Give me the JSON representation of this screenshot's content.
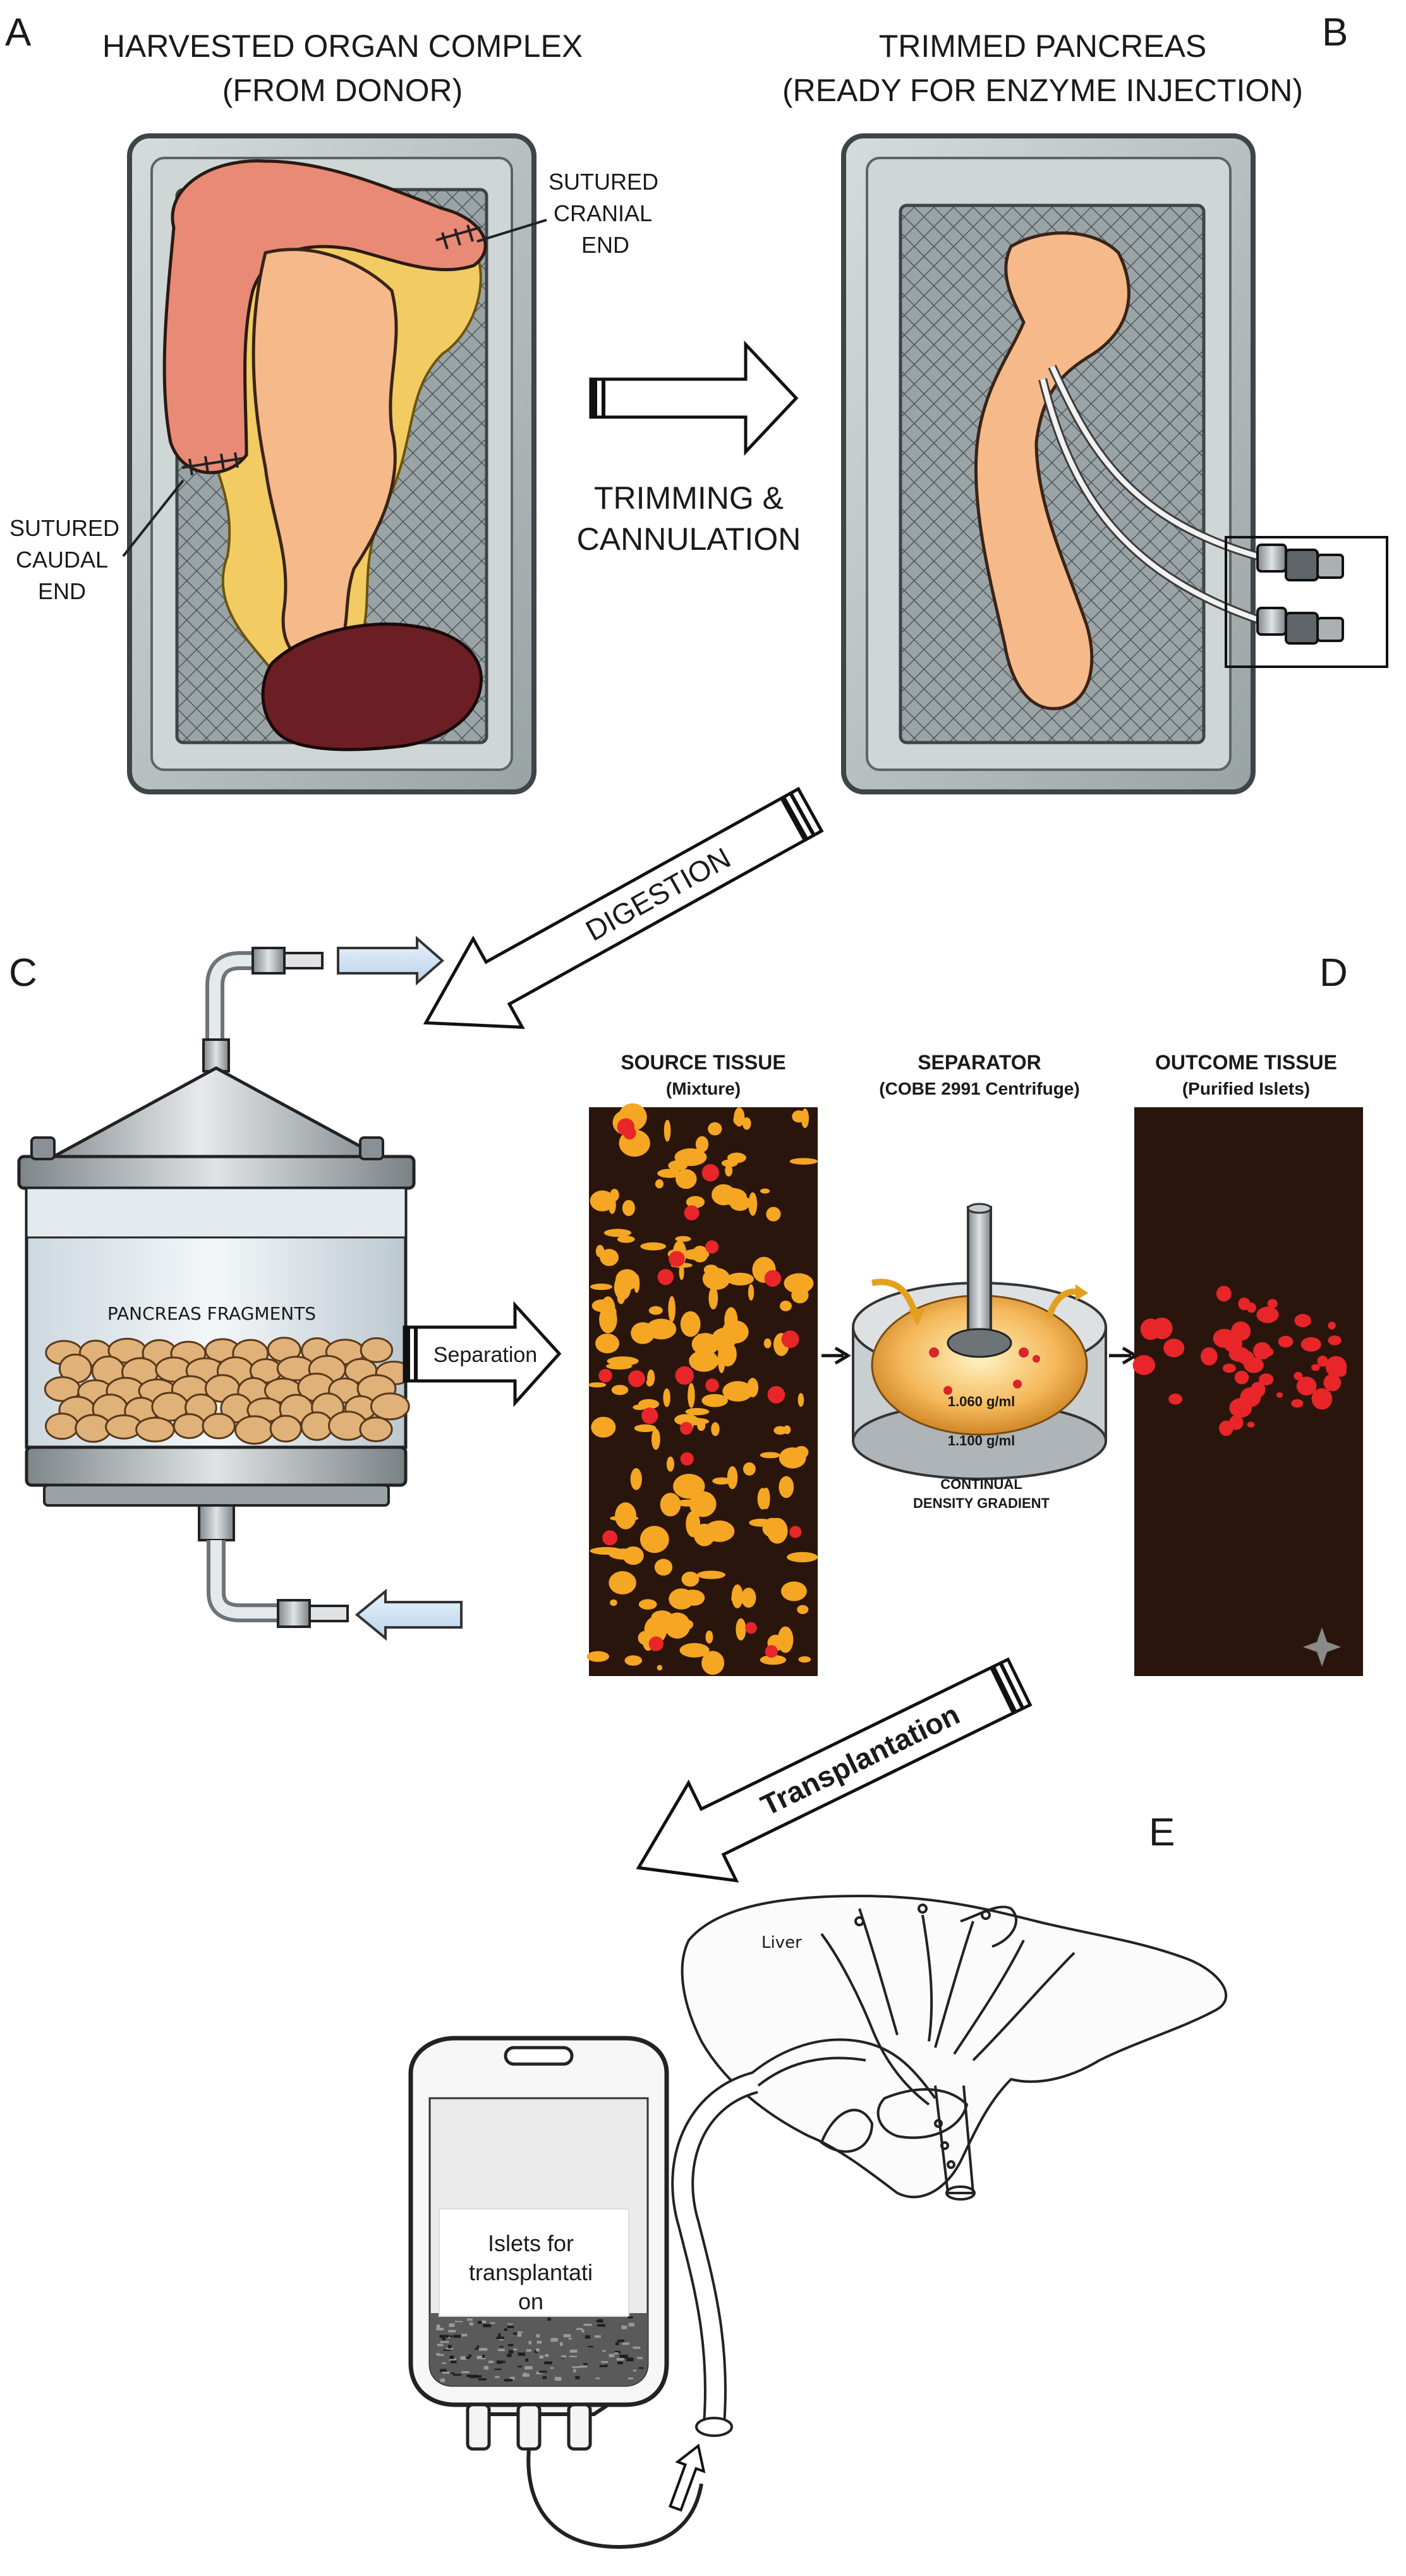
{
  "panels": {
    "a": {
      "letter": "A",
      "title_line1": "HARVESTED ORGAN COMPLEX",
      "title_line2": "(FROM DONOR)",
      "cranial": [
        "SUTURED",
        "CRANIAL",
        "END"
      ],
      "caudal": [
        "SUTURED",
        "CAUDAL",
        "END"
      ]
    },
    "b": {
      "letter": "B",
      "title_line1": "TRIMMED PANCREAS",
      "title_line2": "(READY FOR ENZYME INJECTION)"
    },
    "c": {
      "letter": "C",
      "fragments_label": "PANCREAS FRAGMENTS"
    },
    "d": {
      "letter": "D",
      "source_title": "SOURCE TISSUE",
      "source_subtitle": "(Mixture)",
      "separator_title": "SEPARATOR",
      "separator_subtitle": "(COBE 2991 Centrifuge)",
      "density_inner": "1.060 g/ml",
      "density_outer": "1.100 g/ml",
      "gradient_line1": "CONTINUAL",
      "gradient_line2": "DENSITY GRADIENT",
      "outcome_title": "OUTCOME TISSUE",
      "outcome_subtitle": "(Purified Islets)"
    },
    "e": {
      "letter": "E",
      "liver_label": "Liver",
      "bag_label": [
        "Islets for",
        "transplantati",
        "on"
      ]
    }
  },
  "arrows": {
    "trimming_line1": "TRIMMING &",
    "trimming_line2": "CANNULATION",
    "digestion": "DIGESTION",
    "separation": "Separation",
    "transplantation": "Transplantation"
  },
  "colors": {
    "pancreas": "#f6b98a",
    "duodenum": "#e98a76",
    "spleen": "#6b1f24",
    "tray": "#b9c2c2",
    "dark_panel": "#2a150c",
    "tissue": "#f5a623",
    "islet": "#e8262a"
  }
}
